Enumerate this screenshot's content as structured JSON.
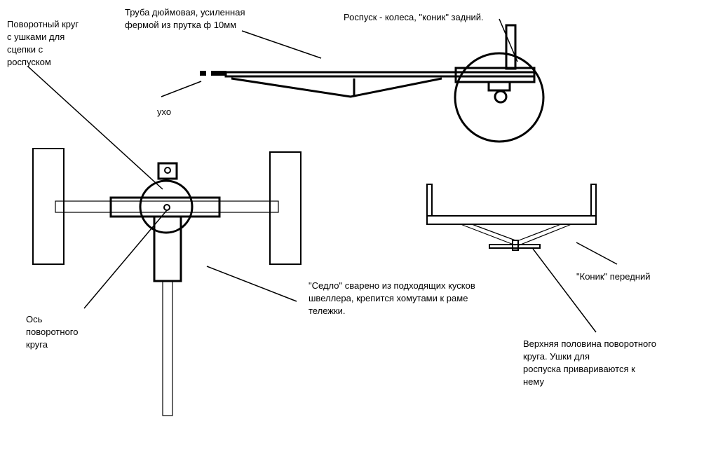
{
  "labels": {
    "rotary_circle": [
      "Поворотный круг",
      "с ушками  для",
      "сцепки с",
      "роспуском"
    ],
    "pipe": [
      "Труба дюймовая, усиленная",
      "фермой из прутка ф 10мм"
    ],
    "trailer": [
      "Роспуск - колеса, \"коник\" задний."
    ],
    "ear": [
      "ухо"
    ],
    "saddle": [
      "\"Седло\" сварено из подходящих кусков",
      "швеллера, крепится хомутами к раме",
      "тележки."
    ],
    "axis": [
      "Ось",
      "поворотного",
      "круга"
    ],
    "front_konik": [
      "\"Коник\" передний"
    ],
    "upper_half": [
      "Верхняя половина поворотного",
      "круга. Ушки для",
      "роспуска привариваются к",
      "нему"
    ]
  },
  "colors": {
    "line": "#000000",
    "background": "#ffffff"
  }
}
